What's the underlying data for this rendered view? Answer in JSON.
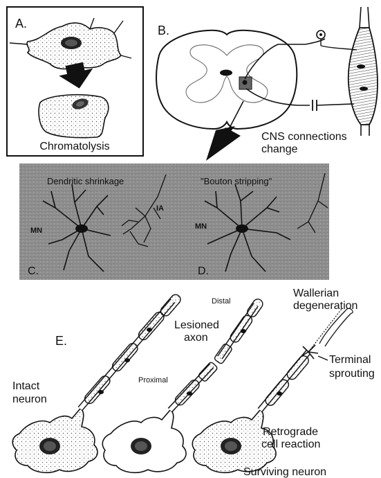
{
  "panelA": {
    "letter": "A.",
    "caption": "Chromatolysis"
  },
  "panelB": {
    "letter": "B.",
    "caption_line1": "CNS connections",
    "caption_line2": "change"
  },
  "panelC": {
    "letter": "C.",
    "title": "Dendritic shrinkage",
    "mn_label": "MN",
    "ia_label": "IA"
  },
  "panelD": {
    "letter": "D.",
    "title": "\"Bouton stripping\"",
    "mn_label": "MN"
  },
  "panelE": {
    "letter": "E.",
    "distal": "Distal",
    "proximal": "Proximal",
    "lesioned_line1": "Lesioned",
    "lesioned_line2": "axon",
    "wallerian_line1": "Wallerian",
    "wallerian_line2": "degeneration",
    "terminal_line1": "Terminal",
    "terminal_line2": "sprouting",
    "intact_line1": "Intact",
    "intact_line2": "neuron",
    "retrograde_line1": "Retrograde",
    "retrograde_line2": "cell reaction",
    "surviving": "Surviving neuron"
  },
  "colors": {
    "ink": "#111111",
    "micrograph_bg": "#8f8f8f",
    "cell_fill": "#ffffff"
  },
  "icons": [
    "neuron-icon",
    "down-arrow-icon",
    "muscle-icon",
    "spinal-cord-icon"
  ]
}
